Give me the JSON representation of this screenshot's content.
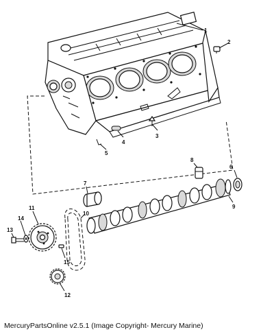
{
  "footer": {
    "text": "MercuryPartsOnline v2.5.1 (Image Copyright- Mercury Marine)"
  },
  "callouts": {
    "c1": "1",
    "c2": "2",
    "c3": "3",
    "c4": "4",
    "c5": "5",
    "c6": "6",
    "c7": "7",
    "c8": "8",
    "c9": "9",
    "c10": "10",
    "c11": "11",
    "c12": "12",
    "c13": "13",
    "c14": "14",
    "c15": "15"
  }
}
